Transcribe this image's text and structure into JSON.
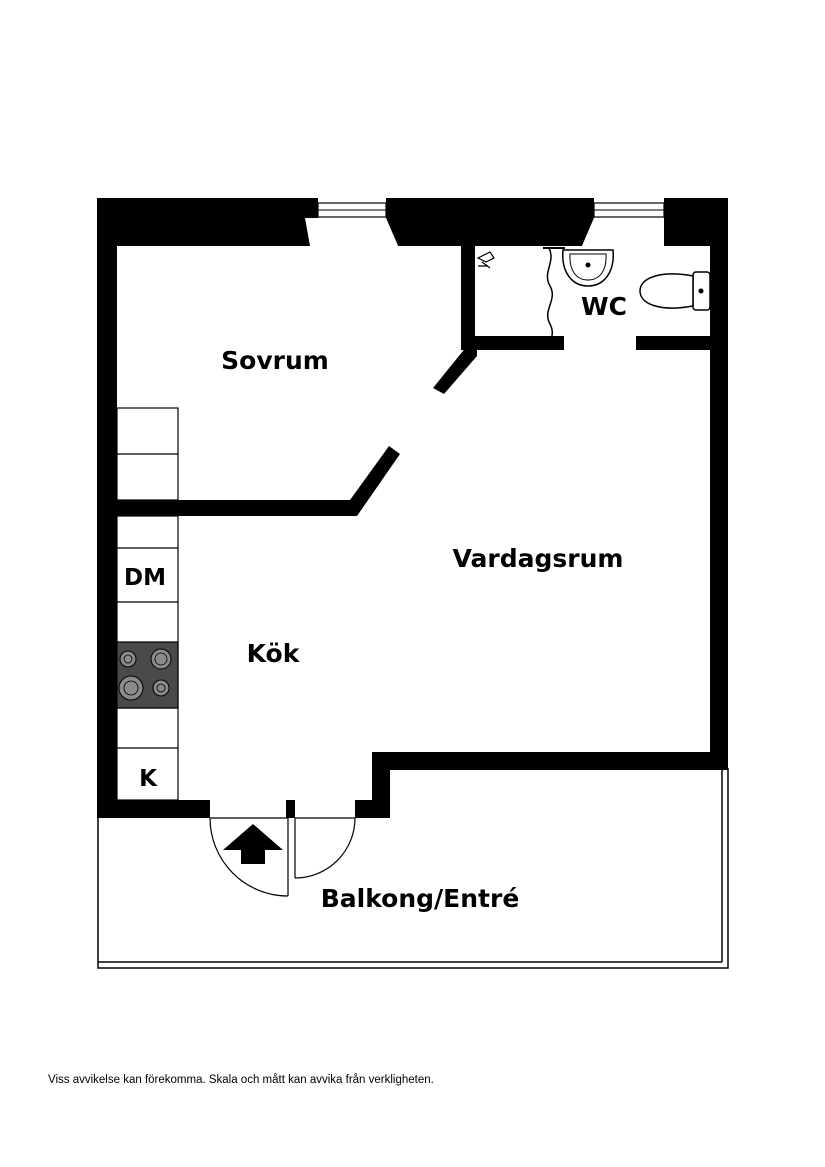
{
  "rooms": {
    "sovrum": "Sovrum",
    "wc": "WC",
    "vardagsrum": "Vardagsrum",
    "kok": "Kök",
    "balkong": "Balkong/Entré"
  },
  "appliances": {
    "dishwasher": "DM",
    "fridge": "K"
  },
  "icons": {
    "entrance": "entrance-arrow-icon",
    "stove": "stove-icon",
    "toilet": "toilet-icon",
    "sink": "sink-icon",
    "shower": "shower-icon"
  },
  "disclaimer": "Viss avvikelse kan förekomma. Skala och mått kan avvika från verkligheten."
}
